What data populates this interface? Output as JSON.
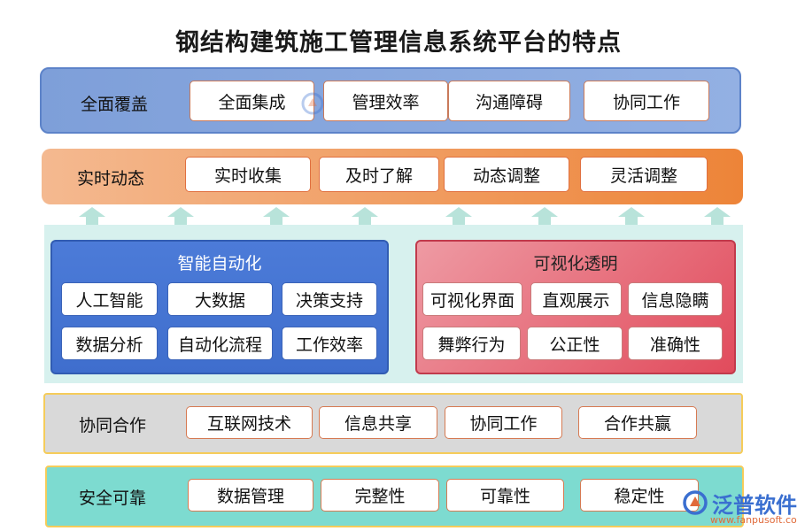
{
  "title": "钢结构建筑施工管理信息系统平台的特点",
  "band1": {
    "label": "全面覆盖",
    "items": [
      "全面集成",
      "管理效率",
      "沟通障碍",
      "协同工作"
    ]
  },
  "band2": {
    "label": "实时动态",
    "items": [
      "实时收集",
      "及时了解",
      "动态调整",
      "灵活调整"
    ]
  },
  "ai": {
    "title": "智能自动化",
    "items": [
      "人工智能",
      "大数据",
      "决策支持",
      "数据分析",
      "自动化流程",
      "工作效率"
    ]
  },
  "vis": {
    "title": "可视化透明",
    "items": [
      "可视化界面",
      "直观展示",
      "信息隐瞒",
      "舞弊行为",
      "公正性",
      "准确性"
    ]
  },
  "band3": {
    "label": "协同合作",
    "items": [
      "互联网技术",
      "信息共享",
      "协同工作",
      "合作共赢"
    ]
  },
  "band4": {
    "label": "安全可靠",
    "items": [
      "数据管理",
      "完整性",
      "可靠性",
      "稳定性"
    ]
  },
  "logo": {
    "text": "泛普软件",
    "url": "www.fanpusoft.com"
  },
  "colors": {
    "arrow": "#b8e3da",
    "logo_blue": "#3a6fd0",
    "logo_orange": "#e06a3a"
  }
}
